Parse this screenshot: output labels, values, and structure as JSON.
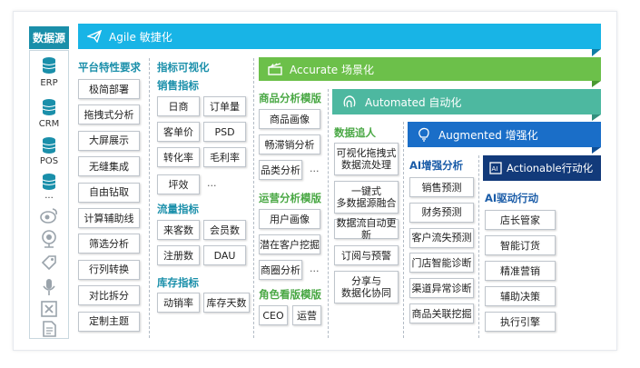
{
  "datasource": {
    "title": "数据源",
    "items": [
      "ERP",
      "CRM",
      "POS",
      "..."
    ]
  },
  "platform": {
    "title": "平台特性要求",
    "items": [
      "极简部署",
      "拖拽式分析",
      "大屏展示",
      "无缝集成",
      "自由钻取",
      "计算辅助线",
      "筛选分析",
      "行列转换",
      "对比拆分",
      "定制主题"
    ]
  },
  "banners": {
    "agile": "Agile 敏捷化",
    "accurate": "Accurate 场景化",
    "automated": "Automated 自动化",
    "augmented": "Augmented 增强化",
    "actionable": "Actionable行动化"
  },
  "indicators": {
    "title": "指标可视化",
    "sales_title": "销售指标",
    "sales": [
      "日商",
      "订单量",
      "客单价",
      "PSD",
      "转化率",
      "毛利率",
      "坪效",
      "..."
    ],
    "traffic_title": "流量指标",
    "traffic": [
      "来客数",
      "会员数",
      "注册数",
      "DAU"
    ],
    "inventory_title": "库存指标",
    "inventory": [
      "动销率",
      "库存天数"
    ]
  },
  "scenario": {
    "product_title": "商品分析模版",
    "product": [
      "商品画像",
      "畅滞销分析",
      "品类分析",
      "..."
    ],
    "ops_title": "运营分析模版",
    "ops": [
      "用户画像",
      "潜在客户挖掘",
      "商圈分析",
      "..."
    ],
    "role_title": "角色看版模版",
    "role": [
      "CEO",
      "运营"
    ]
  },
  "tracking": {
    "title": "数据追人",
    "items": [
      "可视化拖拽式\n数据流处理",
      "一键式\n多数据源融合",
      "数据流自动更新",
      "订阅与预警",
      "分享与\n数据化协同"
    ]
  },
  "ai_analysis": {
    "title": "AI增强分析",
    "items": [
      "销售预测",
      "财务预测",
      "客户流失预测",
      "门店智能诊断",
      "渠道异常诊断",
      "商品关联挖掘"
    ]
  },
  "ai_action": {
    "title": "AI驱动行动",
    "items": [
      "店长管家",
      "智能订货",
      "精准营销",
      "辅助决策",
      "执行引擎"
    ]
  },
  "colors": {
    "agile": "#18b4e6",
    "accurate": "#6cc04a",
    "automated": "#4db8a0",
    "augmented": "#1a6ec8",
    "actionable": "#123a7a",
    "header_teal": "#1a8faa",
    "header_green": "#4aa845",
    "header_blue": "#1a5ca8"
  }
}
